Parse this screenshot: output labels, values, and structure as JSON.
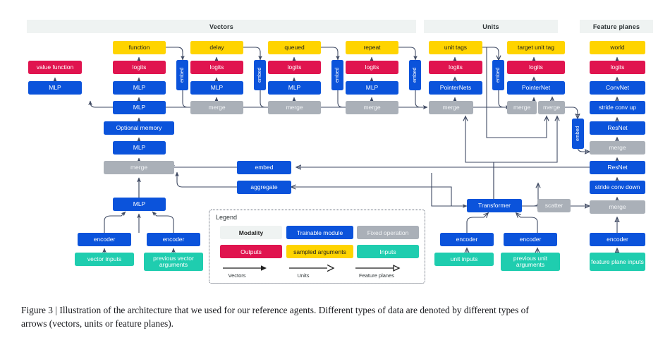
{
  "figure": {
    "caption": "Figure 3 | Illustration of the architecture that we used for our reference agents. Different types of data are denoted by different types of arrows (vectors, units or feature planes)."
  },
  "bands": [
    {
      "name": "vectors",
      "label": "Vectors"
    },
    {
      "name": "units",
      "label": "Units"
    },
    {
      "name": "feature-planes",
      "label": "Feature planes"
    }
  ],
  "legend": {
    "title": "Legend",
    "chips": [
      {
        "name": "modality",
        "label": "Modality",
        "color": "#eff3f2"
      },
      {
        "name": "trainable-module",
        "label": "Trainable module",
        "color": "#0b53db"
      },
      {
        "name": "fixed-operation",
        "label": "Fixed operation",
        "color": "#aab0b8"
      },
      {
        "name": "outputs",
        "label": "Outputs",
        "color": "#e0144f"
      },
      {
        "name": "sampled-arguments",
        "label": "sampled arguments",
        "color": "#ffd400"
      },
      {
        "name": "inputs",
        "label": "Inputs",
        "color": "#1fcdaf"
      }
    ],
    "arrows": [
      {
        "name": "vectors-arrow",
        "label": "Vectors"
      },
      {
        "name": "units-arrow",
        "label": "Units"
      },
      {
        "name": "feature-planes-arrow",
        "label": "Feature planes"
      }
    ]
  },
  "colors": {
    "sampled_arguments": "#ffd400",
    "outputs": "#e0144f",
    "trainable": "#0b53db",
    "fixed": "#aab0b8",
    "inputs": "#1fcdaf",
    "band": "#eff3f2",
    "wire": "#3f4a63"
  },
  "nodes": {
    "value_function": "value function",
    "mlp_value": "MLP",
    "function_arg": "function",
    "function_logits": "logits",
    "function_mlp": "MLP",
    "core_mlp": "MLP",
    "optional_memory": "Optional memory",
    "pre_core_mlp": "MLP",
    "vector_merge": "merge",
    "bottom_mlp": "MLP",
    "embed_function": "embed",
    "delay_arg": "delay",
    "delay_logits": "logits",
    "delay_mlp": "MLP",
    "delay_merge": "merge",
    "embed_delay": "embed",
    "queued_arg": "queued",
    "queued_logits": "logits",
    "queued_mlp": "MLP",
    "queued_merge": "merge",
    "embed_queued": "embed",
    "repeat_arg": "repeat",
    "repeat_logits": "logits",
    "repeat_mlp": "MLP",
    "repeat_merge": "merge",
    "embed_repeat": "embed",
    "unit_tags_arg": "unit tags",
    "unit_tags_logits": "logits",
    "pointer_nets": "PointerNets",
    "unit_tags_merge": "merge",
    "embed_unit_tags": "embed",
    "target_unit_tag_arg": "target unit tag",
    "target_logits": "logits",
    "pointer_net": "PointerNet",
    "target_merge_a": "merge",
    "target_merge_b": "merge",
    "embed_fp": "embed",
    "world_arg": "world",
    "world_logits": "logits",
    "convnet": "ConvNet",
    "stride_conv_up": "stride conv up",
    "resnet_up": "ResNet",
    "fp_merge_up": "merge",
    "resnet_down": "ResNet",
    "stride_conv_down": "stride conv down",
    "fp_merge_down": "merge",
    "fp_encoder": "encoder",
    "feature_plane_inputs": "feature plane inputs",
    "embed_spatial": "embed",
    "aggregate": "aggregate",
    "transformer": "Transformer",
    "scatter": "scatter",
    "unit_encoder": "encoder",
    "unit_inputs": "unit inputs",
    "prev_unit_encoder": "encoder",
    "previous_unit_arguments": "previous unit arguments",
    "vector_encoder": "encoder",
    "vector_inputs": "vector inputs",
    "prev_vector_encoder": "encoder",
    "previous_vector_arguments": "previous vector arguments"
  }
}
